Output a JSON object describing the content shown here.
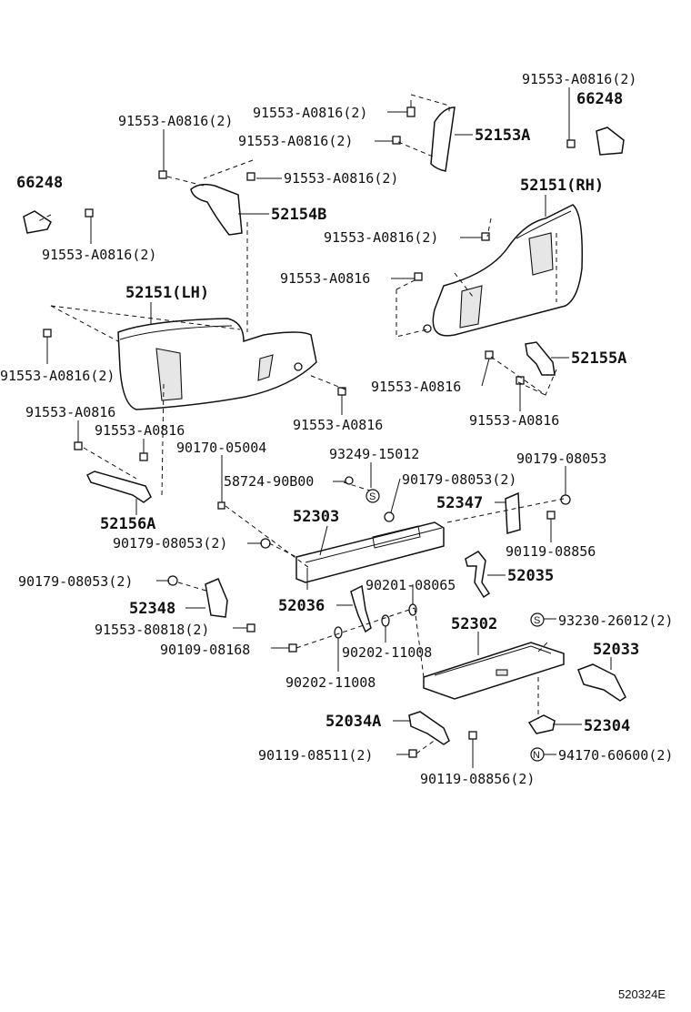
{
  "labels": {
    "l01": "91553-A0816(2)",
    "l02": "66248",
    "l03": "91553-A0816(2)",
    "l04": "52153A",
    "l05": "91553-A0816(2)",
    "l06": "91553-A0816(2)",
    "l07": "91553-A0816(2)",
    "l08": "66248",
    "l09": "52154B",
    "l10": "52151(RH)",
    "l11": "91553-A0816(2)",
    "l12": "91553-A0816(2)",
    "l13": "91553-A0816",
    "l14": "52151(LH)",
    "l15": "52155A",
    "l16": "91553-A0816(2)",
    "l17": "91553-A0816",
    "l18": "91553-A0816",
    "l19": "91553-A0816",
    "l20": "91553-A0816",
    "l21": "91553-A0816",
    "l22": "90170-05004",
    "l23": "93249-15012",
    "l24": "90179-08053",
    "l25": "58724-90B00",
    "l26": "90179-08053(2)",
    "l27": "52156A",
    "l28": "52303",
    "l29": "52347",
    "l30": "90179-08053(2)",
    "l31": "90119-08856",
    "l32": "90201-08065",
    "l33": "52035",
    "l34": "90179-08053(2)",
    "l35": "52348",
    "l36": "52036",
    "l37": "91553-80818(2)",
    "l38": "52302",
    "l39": "93230-26012(2)",
    "l40": "90109-08168",
    "l41": "90202-11008",
    "l42": "52033",
    "l43": "90202-11008",
    "l44": "52034A",
    "l45": "52304",
    "l46": "90119-08511(2)",
    "l47": "94170-60600(2)",
    "l48": "90119-08856(2)"
  },
  "marks": {
    "s1": "S",
    "s2": "S",
    "n1": "N"
  },
  "reference": "520324E"
}
